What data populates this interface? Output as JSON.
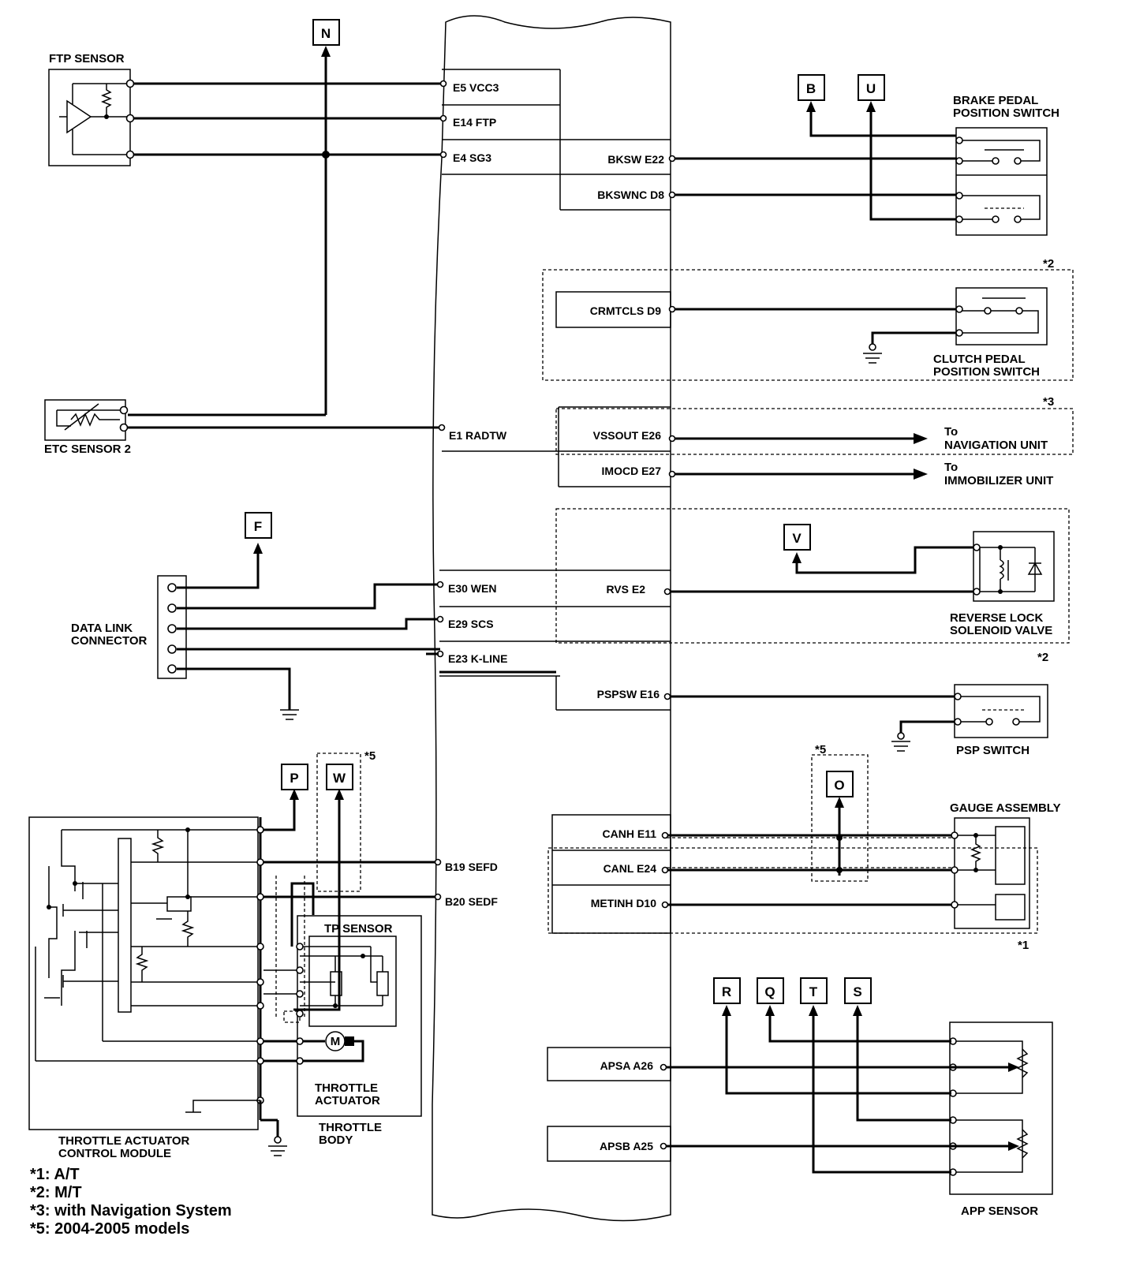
{
  "components": {
    "ftp_sensor": "FTP SENSOR",
    "etc_sensor_2": "ETC SENSOR 2",
    "data_link_connector_1": "DATA LINK",
    "data_link_connector_2": "CONNECTOR",
    "brake_switch_1": "BRAKE PEDAL",
    "brake_switch_2": "POSITION SWITCH",
    "clutch_switch_1": "CLUTCH PEDAL",
    "clutch_switch_2": "POSITION SWITCH",
    "reverse_lock_1": "REVERSE LOCK",
    "reverse_lock_2": "SOLENOID VALVE",
    "psp_switch": "PSP SWITCH",
    "gauge_assembly": "GAUGE ASSEMBLY",
    "app_sensor": "APP SENSOR",
    "tp_sensor": "TP SENSOR",
    "throttle_actuator_1": "THROTTLE",
    "throttle_actuator_2": "ACTUATOR",
    "throttle_body_1": "THROTTLE",
    "throttle_body_2": "BODY",
    "tacm_1": "THROTTLE ACTUATOR",
    "tacm_2": "CONTROL MODULE",
    "nav_to": "To",
    "nav_unit": "NAVIGATION UNIT",
    "immo_to": "To",
    "immo_unit": "IMMOBILIZER UNIT",
    "motor": "M"
  },
  "pins_left": {
    "e5": "E5 VCC3",
    "e14": "E14 FTP",
    "e4": "E4 SG3",
    "e1": "E1 RADTW",
    "e30": "E30 WEN",
    "e29": "E29 SCS",
    "e23": "E23 K-LINE",
    "b19": "B19 SEFD",
    "b20": "B20 SEDF"
  },
  "pins_right": {
    "e22": "BKSW E22",
    "d8": "BKSWNC D8",
    "d9": "CRMTCLS D9",
    "e26": "VSSOUT E26",
    "e27": "IMOCD E27",
    "e2": "RVS E2",
    "e16": "PSPSW E16",
    "e11": "CANH E11",
    "e24": "CANL E24",
    "d10": "METINH D10",
    "a26": "APSA A26",
    "a25": "APSB A25"
  },
  "connectors": {
    "n": "N",
    "b": "B",
    "u": "U",
    "f": "F",
    "v": "V",
    "p": "P",
    "w": "W",
    "o": "O",
    "r": "R",
    "q": "Q",
    "t": "T",
    "s": "S"
  },
  "marks": {
    "m2a": "*2",
    "m3": "*3",
    "m2b": "*2",
    "m5a": "*5",
    "m5b": "*5",
    "m1": "*1"
  },
  "legend": [
    "*1: A/T",
    "*2: M/T",
    "*3: with Navigation System",
    "*5: 2004-2005 models"
  ]
}
